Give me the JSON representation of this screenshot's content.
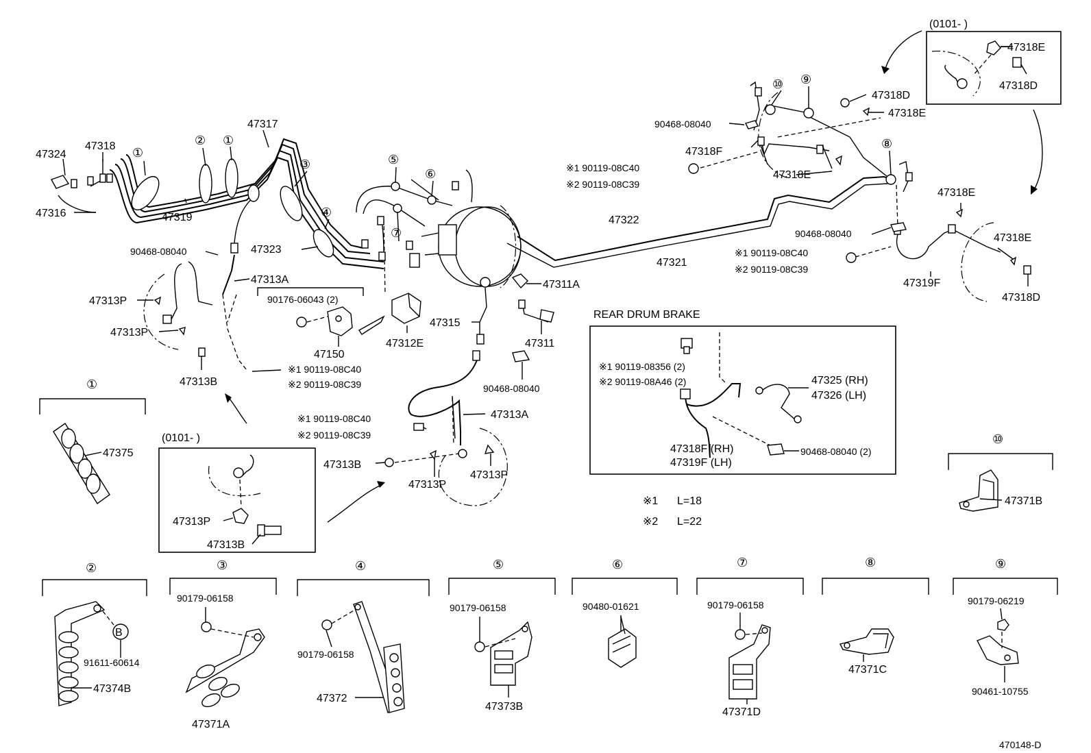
{
  "diagram_id": "470148-D",
  "labels": {
    "p47324": "47324",
    "p47318": "47318",
    "p47316": "47316",
    "p47319": "47319",
    "p47317": "47317",
    "p47323": "47323",
    "p90468a": "90468-08040",
    "p47313A_top": "47313A",
    "p47313P_a": "47313P",
    "p47313P_b": "47313P",
    "p47313B_top": "47313B",
    "p90176": "90176-06043 (2)",
    "p47150": "47150",
    "p47312E": "47312E",
    "x1_left": "※1 90119-08C40",
    "x2_left": "※2 90119-08C39",
    "p47315": "47315",
    "p47311A": "47311A",
    "p47311": "47311",
    "p90468b": "90468-08040",
    "x1_mid": "※1 90119-08C40",
    "x2_mid": "※2 90119-08C39",
    "p47313A_bot": "47313A",
    "p47313B_bot": "47313B",
    "p47313P_c": "47313P",
    "p47313P_d": "47313P",
    "p47322": "47322",
    "p47321": "47321",
    "p90468c": "90468-08040",
    "p47318F": "47318F",
    "x1_top": "※1 90119-08C40",
    "x2_top": "※2 90119-08C39",
    "p47318E_a": "47318E",
    "p47318D_a": "47318D",
    "p47318E_b": "47318E",
    "p90468d": "90468-08040",
    "x1_right": "※1 90119-08C40",
    "x2_right": "※2 90119-08C39",
    "p47319F": "47319F",
    "p47318E_c": "47318E",
    "p47318E_d": "47318E",
    "p47318D_b": "47318D",
    "inset_code_top": "(0101-        )",
    "p47318E_inset": "47318E",
    "p47318D_inset": "47318D",
    "inset_code_left": "(0101-        )",
    "p47313P_inset": "47313P",
    "p47313B_inset": "47313B",
    "rear_title": "REAR DRUM BRAKE",
    "rear_x1": "※1 90119-08356 (2)",
    "rear_x2": "※2 90119-08A46 (2)",
    "p47325": "47325 (RH)",
    "p47326": "47326 (LH)",
    "p47318F_rh": "47318F (RH)",
    "p47319F_lh": "47319F (LH)",
    "rear_90468": "90468-08040 (2)",
    "note1_mark": "※1",
    "note1_val": "L=18",
    "note2_mark": "※2",
    "note2_val": "L=22"
  },
  "callouts": [
    "①",
    "②",
    "③",
    "④",
    "⑤",
    "⑥",
    "⑦",
    "⑧",
    "⑨",
    "⑩"
  ],
  "detail_b_marker": "B",
  "details": [
    {
      "id": "①",
      "parts": [
        "47375"
      ]
    },
    {
      "id": "②",
      "parts": [
        "91611-60614",
        "47374B"
      ]
    },
    {
      "id": "③",
      "parts": [
        "90179-06158",
        "47371A"
      ]
    },
    {
      "id": "④",
      "parts": [
        "90179-06158",
        "47372"
      ]
    },
    {
      "id": "⑤",
      "parts": [
        "90179-06158",
        "47373B"
      ]
    },
    {
      "id": "⑥",
      "parts": [
        "90480-01621"
      ]
    },
    {
      "id": "⑦",
      "parts": [
        "90179-06158",
        "47371D"
      ]
    },
    {
      "id": "⑧",
      "parts": [
        "47371C"
      ]
    },
    {
      "id": "⑨",
      "parts": [
        "90179-06219",
        "90461-10755"
      ]
    },
    {
      "id": "⑩",
      "parts": [
        "47371B"
      ]
    }
  ]
}
